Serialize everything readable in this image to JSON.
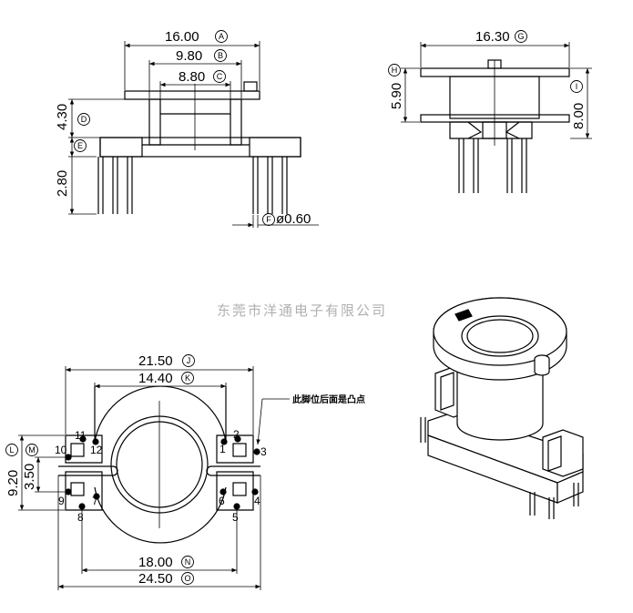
{
  "watermark": "东莞市洋通电子有限公司",
  "note": "此脚位后面是凸点",
  "dims": {
    "A": {
      "value": "16.00",
      "letter": "A"
    },
    "B": {
      "value": "9.80",
      "letter": "B"
    },
    "C": {
      "value": "8.80",
      "letter": "C"
    },
    "D": {
      "value": "4.30",
      "letter": "D"
    },
    "E": {
      "value": "2.80",
      "letter": "E"
    },
    "F": {
      "value": "ø0.60",
      "letter": "F"
    },
    "G": {
      "value": "16.30",
      "letter": "G"
    },
    "H": {
      "value": "5.90",
      "letter": "H"
    },
    "I": {
      "value": "8.00",
      "letter": "I"
    },
    "J": {
      "value": "21.50",
      "letter": "J"
    },
    "K": {
      "value": "14.40",
      "letter": "K"
    },
    "L": {
      "value": "9.20",
      "letter": "L"
    },
    "M": {
      "value": "3.50",
      "letter": "M"
    },
    "N": {
      "value": "18.00",
      "letter": "N"
    },
    "O": {
      "value": "24.50",
      "letter": "O"
    }
  },
  "pins": [
    "1",
    "2",
    "3",
    "4",
    "5",
    "6",
    "7",
    "8",
    "9",
    "10",
    "11",
    "12"
  ]
}
